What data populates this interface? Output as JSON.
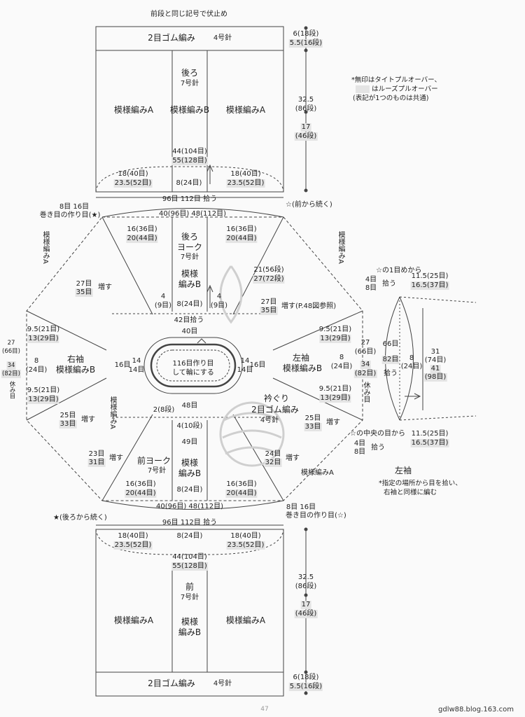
{
  "back": {
    "top_note": "前段と同じ記号で伏止め",
    "rib": "2目ゴム編み",
    "rib_needle": "4号針",
    "rib_rows_a": "6(18段)",
    "rib_rows_b": "5.5(16段)",
    "title": "後ろ",
    "needle": "7号針",
    "pattern_a": "模様編みA",
    "pattern_b": "模様編みB",
    "center_a": "44(104目)",
    "center_b": "55(128目)",
    "side_a": "18(40目)",
    "side_b": "23.5(52目)",
    "mid": "8(24目)",
    "height_a": "32.5",
    "height_b": "(86段)",
    "height_c": "17",
    "height_d": "(46段)",
    "pickup": "96目 112目 拾う",
    "from_front": "☆(前から続く)"
  },
  "note": {
    "line1": "*無印はタイトプルオーバー、",
    "line2": "はルーズプルオーバー",
    "line3": "(表記が1つのものは共通)"
  },
  "yoke": {
    "cast_a": "8目 16目",
    "cast_b": "巻き目の作り目(★)",
    "back_width": "40(96目) 48(112目)",
    "back_title": "後ろ",
    "back_title2": "ヨーク",
    "back_needle": "7号針",
    "pattern_b": "模様",
    "pattern_b2": "編みB",
    "side_a": "16(36目)",
    "side_b": "20(44目)",
    "pattern_a_v": "模様編みA",
    "inc_a": "27目",
    "inc_b": "35目",
    "inc_label": "増す",
    "inc_ref": "増す(P.48図参照)",
    "rows_a": "21(56段)",
    "rows_b": "27(72段)",
    "four": "4",
    "nine": "(9目)",
    "mid": "8(24目)",
    "pickup42": "42目拾う",
    "front_title": "前ヨーク",
    "front_needle": "7号針",
    "front_width": "40(96目) 48(112目)",
    "front_pattern_b": "模様",
    "front_pattern_b2": "編みB",
    "inc_c": "23目",
    "inc_d": "31目",
    "inc_e": "24目",
    "inc_f": "32目",
    "row4": "4(10段)",
    "col49": "49目"
  },
  "neck": {
    "cast": "116目作り目",
    "cast2": "して輪にする",
    "top": "40目",
    "bottom": "48目",
    "side": "16目",
    "side2": "14目",
    "fourteen": "14",
    "rows": "2(8段)",
    "title": "衿ぐり",
    "rib": "2目ゴム編み",
    "needle": "4号針"
  },
  "right_sleeve": {
    "title": "右袖",
    "pattern": "模様編みB",
    "a1": "9.5(21目)",
    "a2": "13(29目)",
    "mid": "8",
    "mid2": "(24目)",
    "inc_a": "25目",
    "inc_b": "33目",
    "inc_label": "増す",
    "w_a": "27",
    "w_b": "(66目)",
    "w_c": "34",
    "w_d": "(82目)",
    "rest": "休み目"
  },
  "left_sleeve": {
    "title": "左袖",
    "pattern": "模様編みB",
    "a1": "9.5(21目)",
    "a2": "13(29目)",
    "mid": "8",
    "mid2": "(24目)",
    "w_a": "27",
    "w_b": "(66目)",
    "w_c": "34",
    "w_d": "(82目)",
    "rest": "休み目",
    "inc_a": "25目",
    "inc_b": "33目",
    "inc_label": "増す"
  },
  "sleeve_detail": {
    "from_first": "☆の1目めから",
    "from_first_a": "4目",
    "from_first_b": "8目",
    "pick": "拾う",
    "top_a": "11.5(25目)",
    "top_b": "16.5(37目)",
    "c66": "66目",
    "c82": "82目",
    "c_pick": "拾う",
    "m8": "8",
    "m24": "(24目)",
    "r31": "31",
    "r74": "(74目)",
    "r41": "41",
    "r98": "(98目)",
    "from_center": "☆の中央の目から",
    "bot_a": "11.5(25目)",
    "bot_b": "16.5(37目)",
    "title": "左袖",
    "note1": "*指定の場所から目を拾い、",
    "note2": "右袖と同様に編む"
  },
  "front": {
    "from_back": "★(後ろから続く)",
    "cast_a": "8目 16目",
    "cast_b": "巻き目の作り目(☆)",
    "pickup": "96目 112目 拾う",
    "side_a": "18(40目)",
    "side_b": "23.5(52目)",
    "mid": "8(24目)",
    "center_a": "44(104目)",
    "center_b": "55(128目)",
    "title": "前",
    "needle": "7号針",
    "pattern_a": "模様編みA",
    "pattern_b": "模様",
    "pattern_b2": "編みB",
    "height_a": "32.5",
    "height_b": "(86段)",
    "height_c": "17",
    "height_d": "(46段)",
    "rib": "2目ゴム編み",
    "rib_needle": "4号針",
    "rib_rows_a": "6(18段)",
    "rib_rows_b": "5.5(16段)"
  },
  "page_number": "47",
  "watermark": "gdlw88.blog.163.com"
}
